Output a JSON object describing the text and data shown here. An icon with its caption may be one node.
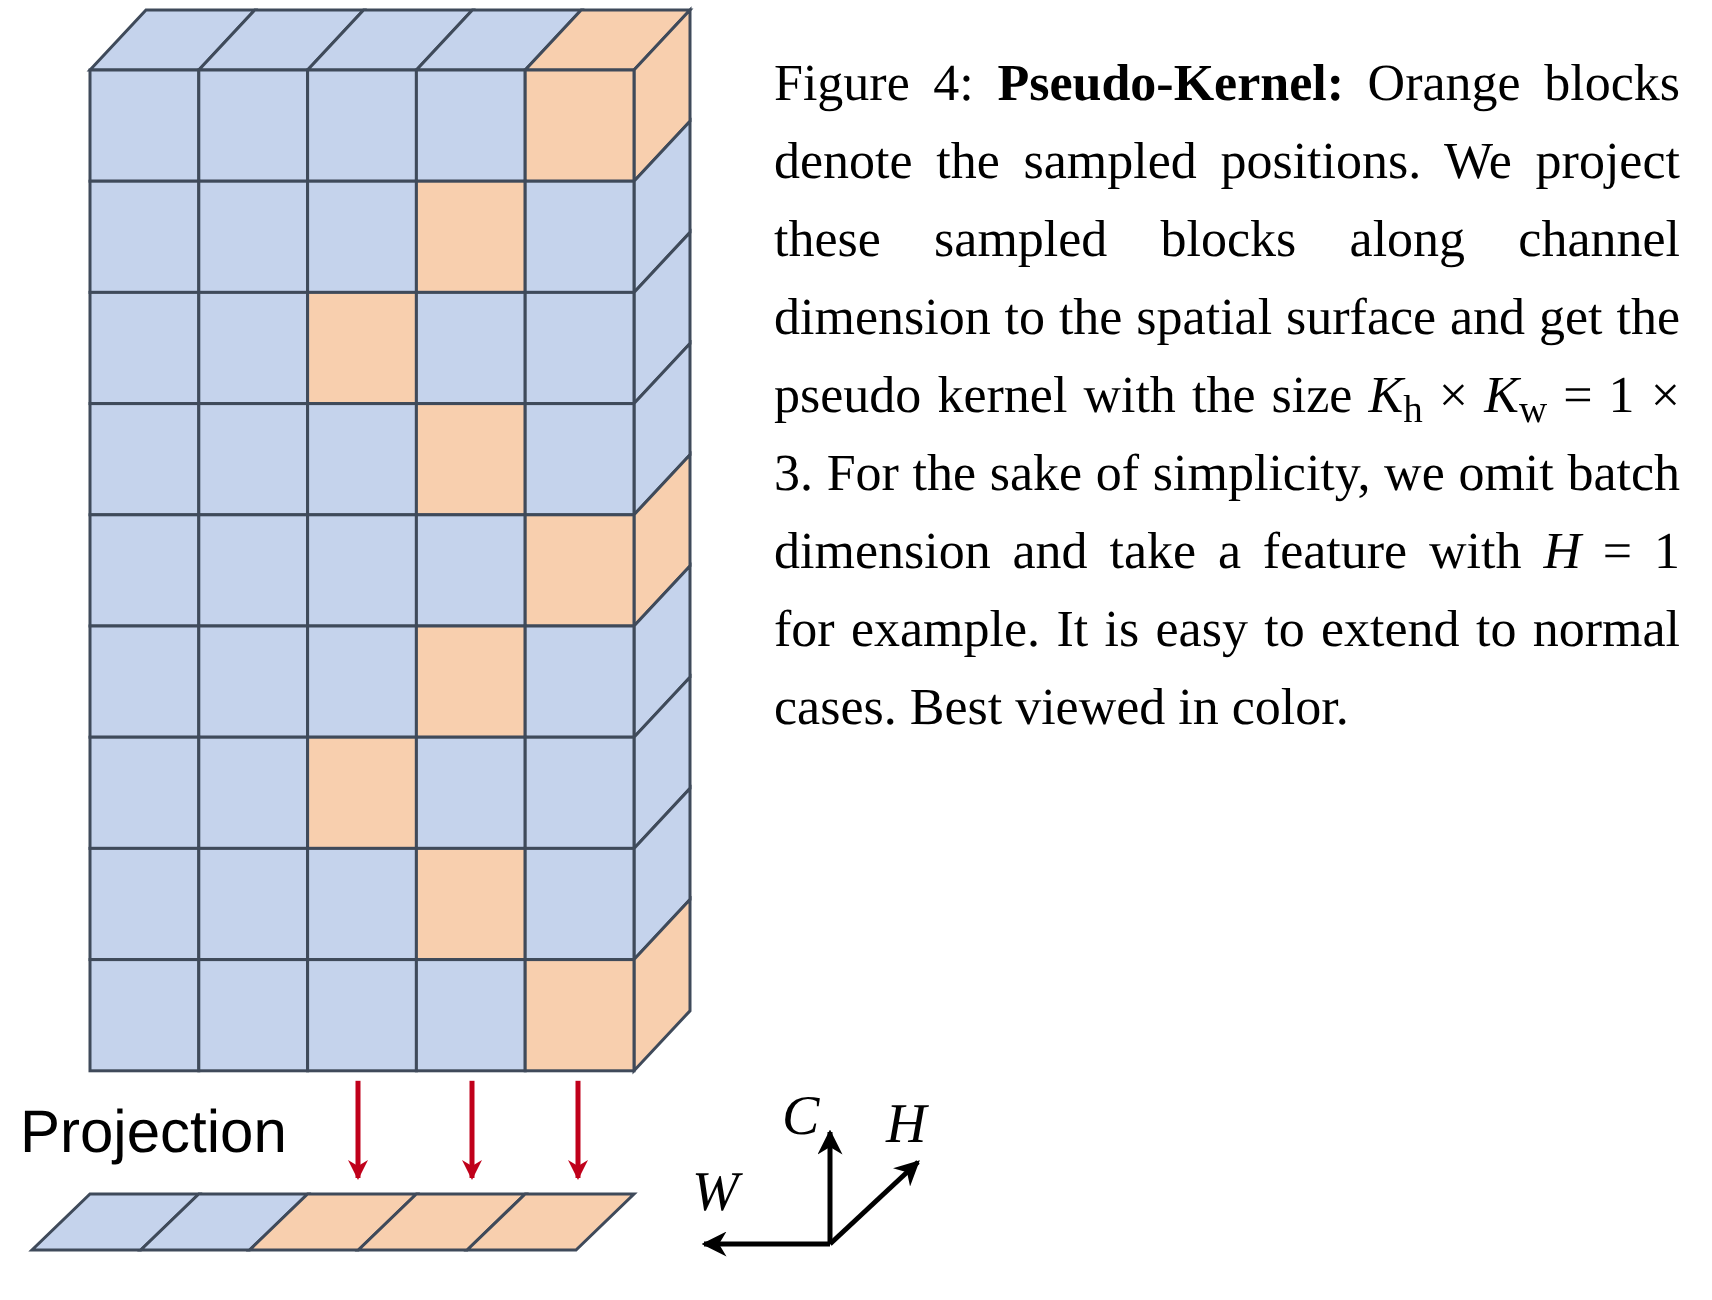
{
  "diagram": {
    "caption": "Figure 4: **Pseudo-Kernel:** Orange blocks denote the sampled positions. We project these sampled blocks along channel dimension to the spatial surface and get the pseudo kernel with the size *K*$_{h}$ × *K*$_{w}$ = 1 × 3. For the sake of simplicity, we omit batch dimension and take a feature with *H* = 1 for example. It is easy to extend to normal cases. Best viewed in color.",
    "nodes": [
      {
        "text": [],
        "shape": "box"
      },
      {
        "text": [],
        "shape": "bar"
      }
    ],
    "edges": [
      {
        "from": 0,
        "to": 1,
        "arrow": "to"
      },
      {
        "from": 0,
        "to": 1,
        "arrow": "to"
      },
      {
        "from": 0,
        "to": 1,
        "arrow": "to"
      }
    ],
    "labels": [
      "Projection",
      "C",
      "H",
      "W"
    ]
  }
}
